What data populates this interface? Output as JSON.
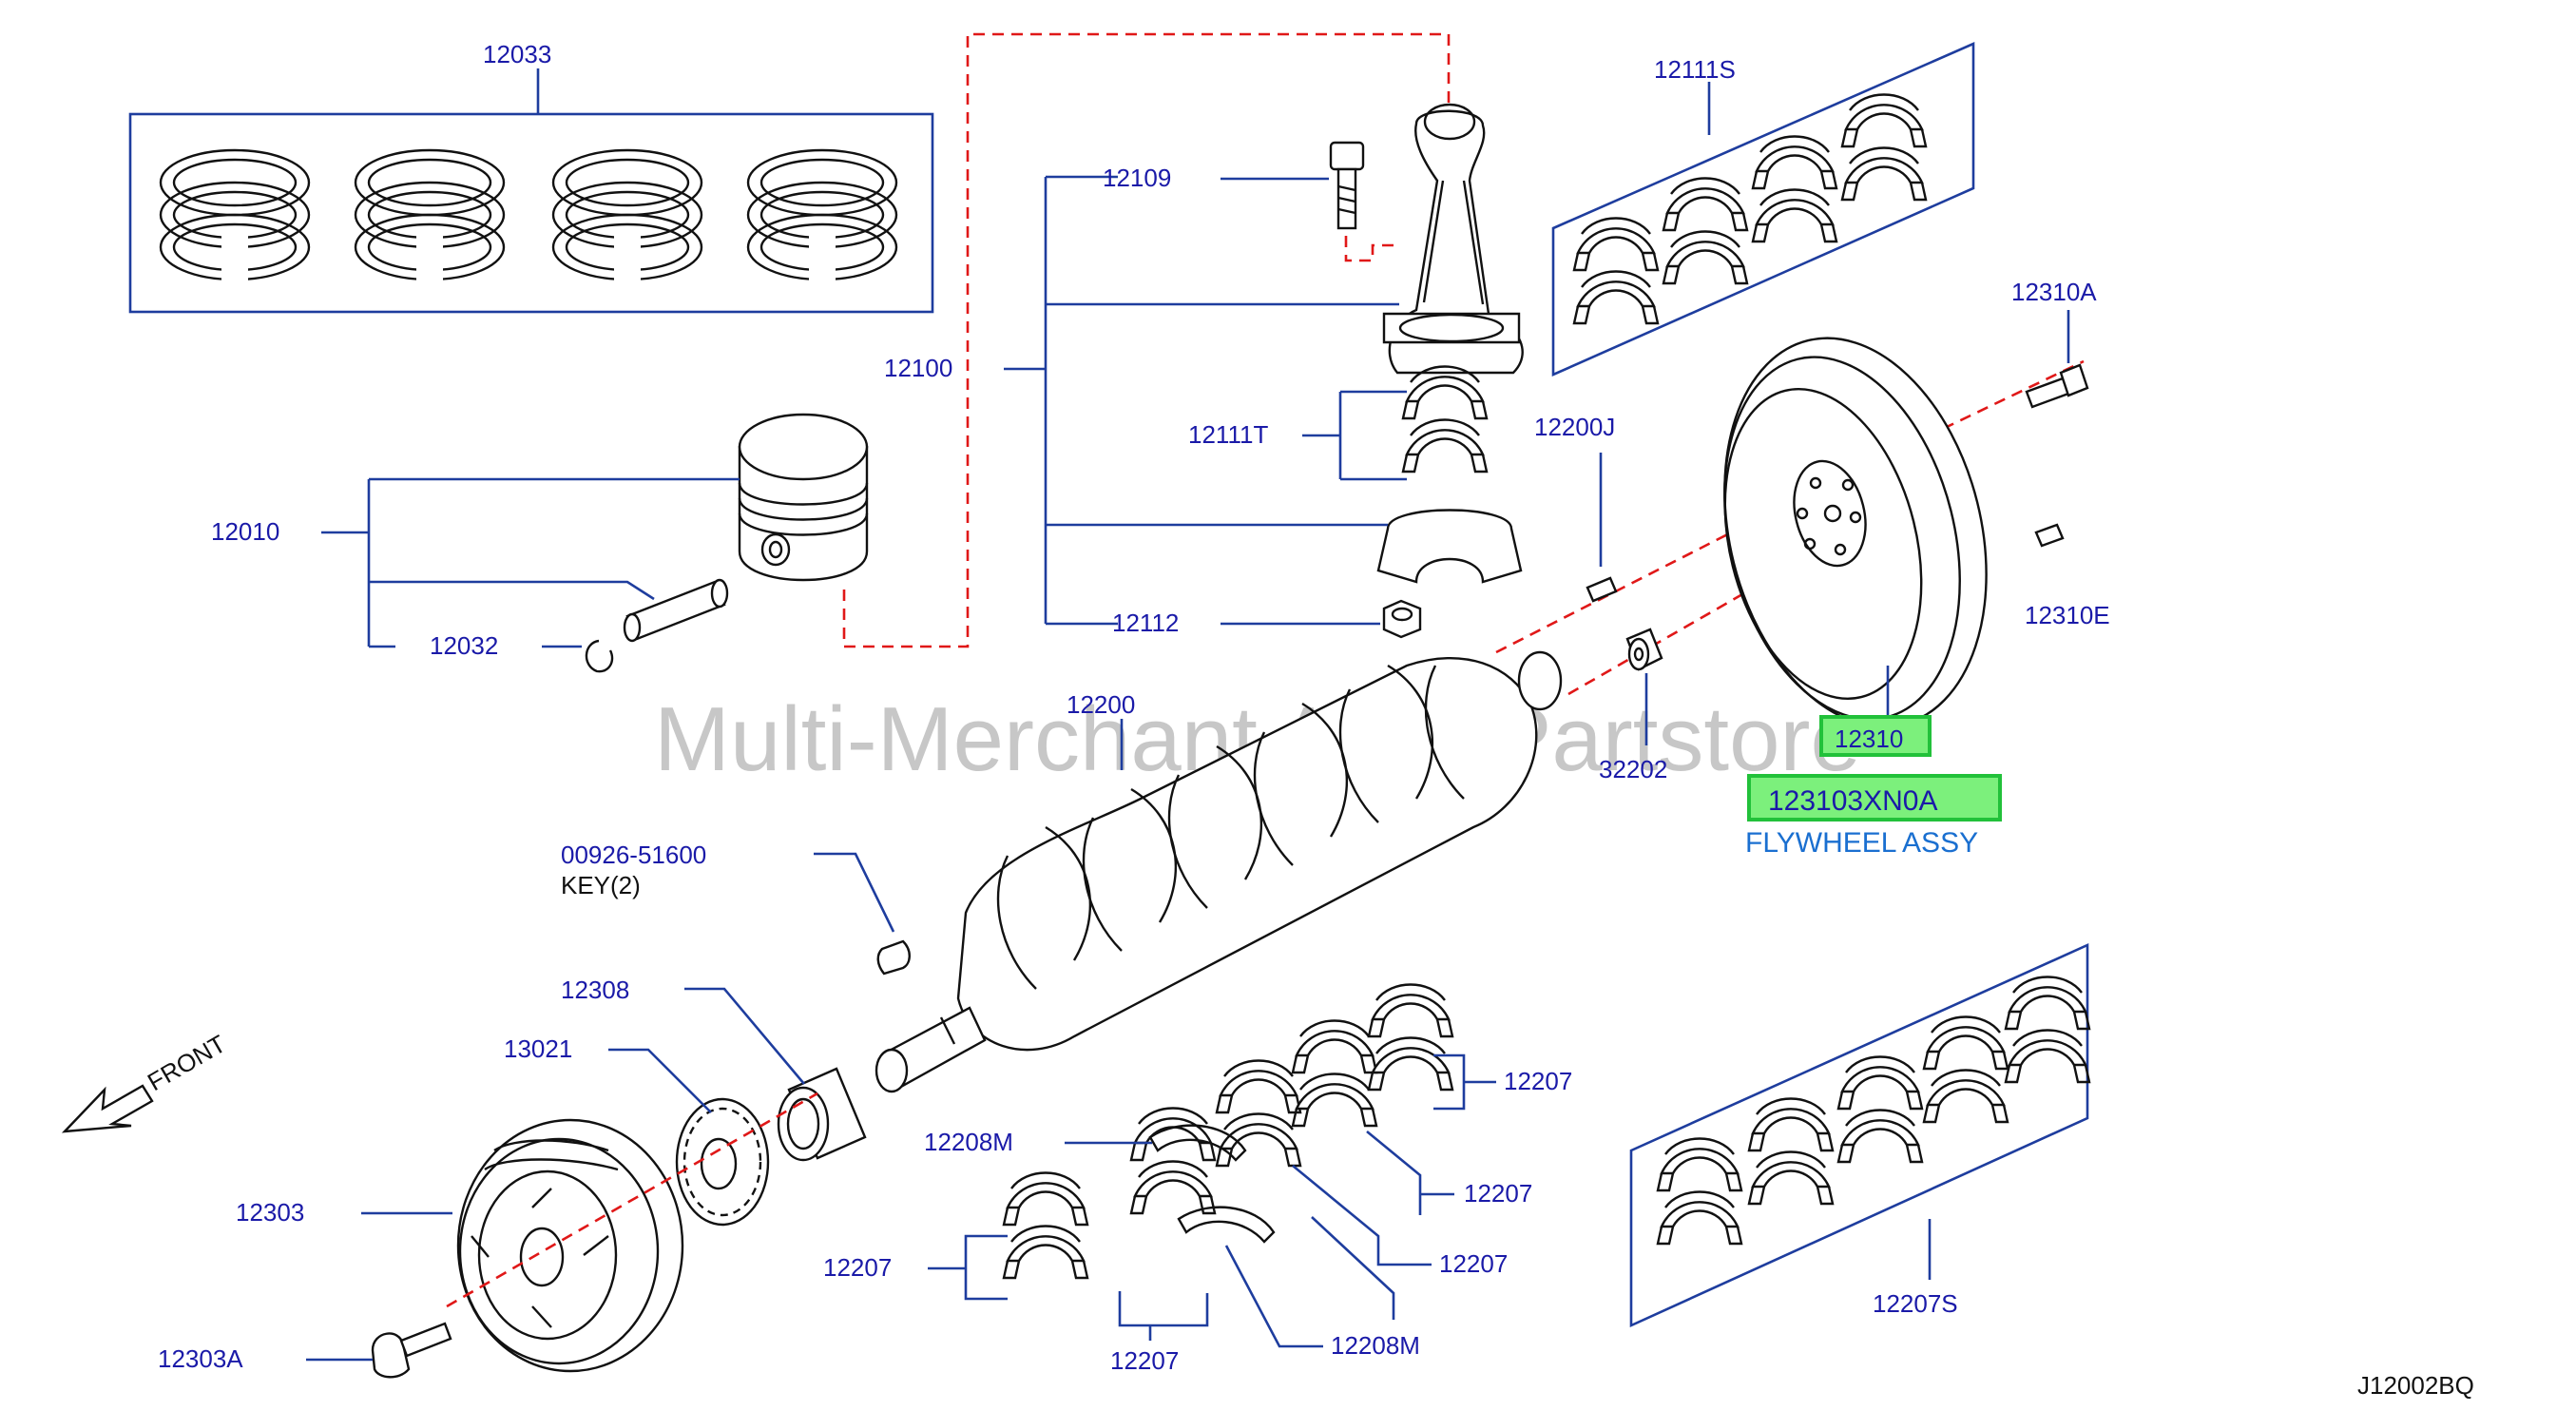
{
  "watermark": "Multi-Merchant Auto Partstore",
  "diagram_code": "J12002BQ",
  "front_label": "FRONT",
  "labels": {
    "p12033": "12033",
    "p12109": "12109",
    "p12100": "12100",
    "p12111T": "12111T",
    "p12112": "12112",
    "p12010": "12010",
    "p12032": "12032",
    "p12200J": "12200J",
    "p12200": "12200",
    "p12111S": "12111S",
    "p12310A": "12310A",
    "p12310E": "12310E",
    "p12310": "12310",
    "p32202": "32202",
    "p00926": "00926-51600",
    "key": "KEY(2)",
    "p12308": "12308",
    "p13021": "13021",
    "p12303": "12303",
    "p12303A": "12303A",
    "p12208M_a": "12208M",
    "p12208M_b": "12208M",
    "p12207_a": "12207",
    "p12207_b": "12207",
    "p12207_c": "12207",
    "p12207_d": "12207",
    "p12207_e": "12207",
    "p12207S": "12207S"
  },
  "highlight": {
    "part_number": "123103XN0A",
    "part_name": "FLYWHEEL ASSY"
  },
  "colors": {
    "label_blue": "#1a1aa8",
    "leader_blue": "#1e3d9e",
    "dashed_red": "#e01818",
    "highlight_green": "#7cf07c",
    "name_blue": "#1a6fd0"
  }
}
